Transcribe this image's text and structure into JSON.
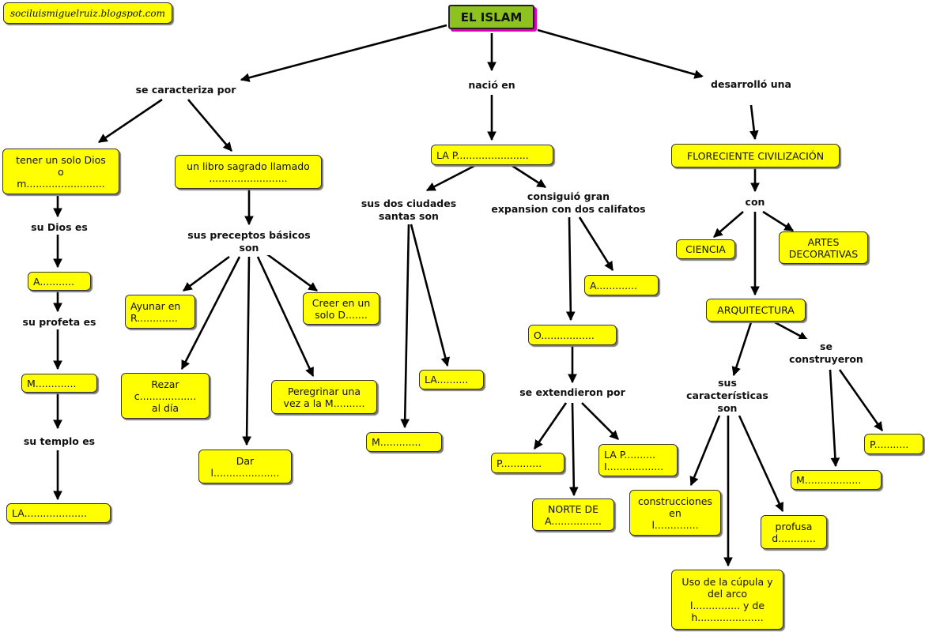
{
  "credit": "sociluismiguelruiz.blogspot.com",
  "title": "EL ISLAM",
  "links": {
    "caracteriza": "se caracteriza por",
    "nacio": "nació en",
    "desarrollo": "desarrolló una",
    "su_dios": "su Dios es",
    "su_profeta": "su profeta es",
    "su_templo": "su templo es",
    "preceptos": "sus preceptos básicos\nson",
    "ciudades": "sus dos ciudades\nsantas son",
    "consiguio": "consiguió gran\nexpansion con dos califatos",
    "extendieron": "se extendieron por",
    "con": "con",
    "caracteristicas": "sus\ncaracterísticas\nson",
    "construyeron": "se\nconstruyeron"
  },
  "nodes": {
    "solo_dios": "tener un solo Dios\no\nm.........................",
    "a_dios": "A...........",
    "m_profeta": "M.............",
    "la_templo": "LA....................",
    "libro": "un libro sagrado llamado\n.........................",
    "ayunar": "Ayunar en\nR.............",
    "rezar": "Rezar\nc..................\nal día",
    "dar": "Dar\nl.....................",
    "peregrinar": "Peregrinar una\nvez a la M..........",
    "creer": "Creer en un\nsolo D.......",
    "la_p": "LA P.......................",
    "la_ciudad": "LA..........",
    "m_ciudad": "M.............",
    "a_califato": "A.............",
    "o_califato": "O.................",
    "p_ext": "P.............",
    "norte": "NORTE DE\nA................",
    "la_p_ext": "LA P..........\nI..................",
    "floreciente": "FLORECIENTE CIVILIZACIÓN",
    "ciencia": "CIENCIA",
    "artes": "ARTES\nDECORATIVAS",
    "arquitectura": "ARQUITECTURA",
    "construcciones": "construcciones\nen\nl..............",
    "cupula": "Uso de la cúpula y\ndel arco\nl............... y de\nh.....................",
    "profusa": "profusa\nd............",
    "p_constr": "P...........",
    "m_constr": "M.................."
  }
}
